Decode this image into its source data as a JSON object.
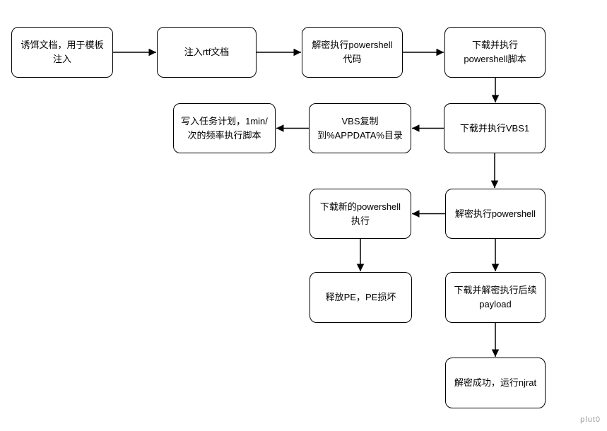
{
  "diagram": {
    "type": "flowchart",
    "nodes": [
      {
        "id": "lure-doc",
        "label": "诱饵文档，用于模板\n注入"
      },
      {
        "id": "inject-rtf",
        "label": "注入rtf文档"
      },
      {
        "id": "decrypt-exec-ps-code",
        "label": "解密执行powershell\n代码"
      },
      {
        "id": "download-exec-ps-script",
        "label": "下载并执行\npowershell脚本"
      },
      {
        "id": "write-task-schedule",
        "label": "写入任务计划，1min/\n次的频率执行脚本"
      },
      {
        "id": "vbs-copy-appdata",
        "label": "VBS复制\n到%APPDATA%目录"
      },
      {
        "id": "download-exec-vbs1",
        "label": "下载并执行VBS1"
      },
      {
        "id": "download-new-ps",
        "label": "下载新的powershell\n执行"
      },
      {
        "id": "decrypt-exec-ps",
        "label": "解密执行powershell"
      },
      {
        "id": "release-pe",
        "label": "释放PE，PE损坏"
      },
      {
        "id": "download-decrypt-payload",
        "label": "下载并解密执行后续\npayload"
      },
      {
        "id": "run-njrat",
        "label": "解密成功，运行njrat"
      }
    ],
    "edges": [
      {
        "from": "lure-doc",
        "to": "inject-rtf",
        "direction": "right"
      },
      {
        "from": "inject-rtf",
        "to": "decrypt-exec-ps-code",
        "direction": "right"
      },
      {
        "from": "decrypt-exec-ps-code",
        "to": "download-exec-ps-script",
        "direction": "right"
      },
      {
        "from": "download-exec-ps-script",
        "to": "download-exec-vbs1",
        "direction": "down"
      },
      {
        "from": "download-exec-vbs1",
        "to": "vbs-copy-appdata",
        "direction": "left"
      },
      {
        "from": "vbs-copy-appdata",
        "to": "write-task-schedule",
        "direction": "left"
      },
      {
        "from": "download-exec-vbs1",
        "to": "decrypt-exec-ps",
        "direction": "down"
      },
      {
        "from": "decrypt-exec-ps",
        "to": "download-new-ps",
        "direction": "left"
      },
      {
        "from": "download-new-ps",
        "to": "release-pe",
        "direction": "down"
      },
      {
        "from": "decrypt-exec-ps",
        "to": "download-decrypt-payload",
        "direction": "down"
      },
      {
        "from": "download-decrypt-payload",
        "to": "run-njrat",
        "direction": "down"
      }
    ]
  },
  "watermark": "plut0",
  "colors": {
    "background": "#ffffff",
    "node_fill": "#ffffff",
    "node_border": "#000000",
    "arrow": "#000000",
    "text": "#000000",
    "watermark": "#9b9b9b"
  }
}
